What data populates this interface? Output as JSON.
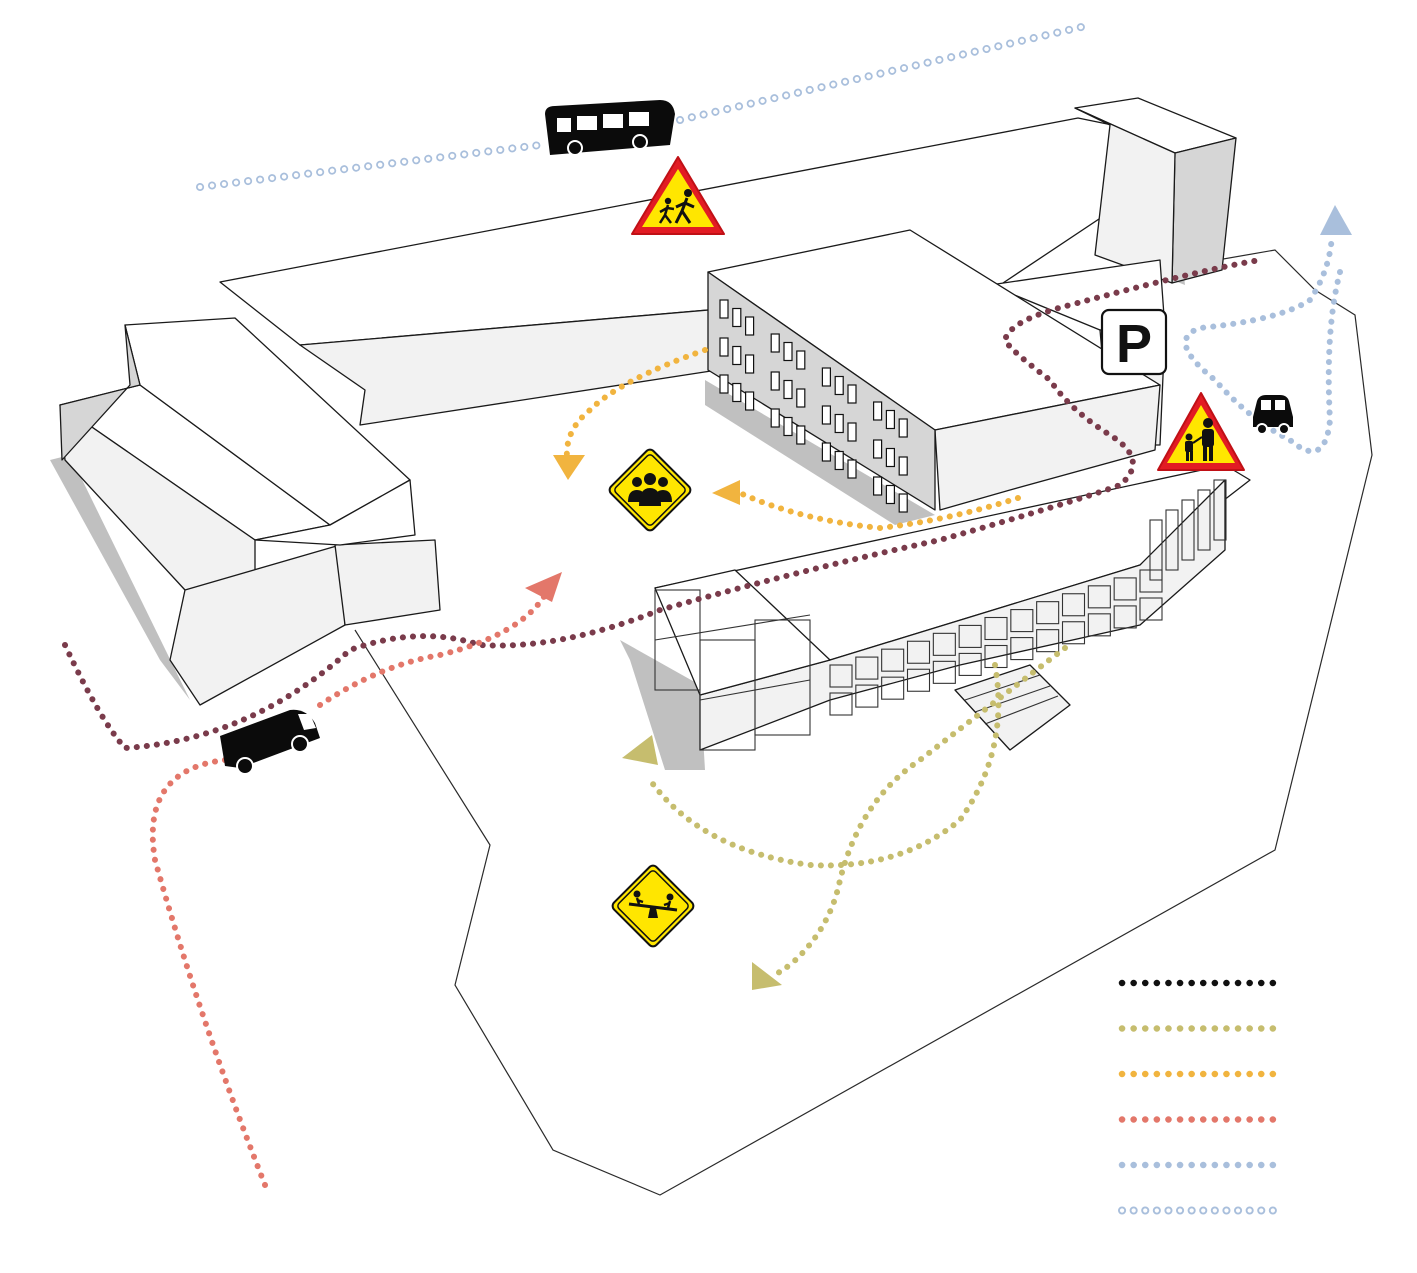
{
  "colors": {
    "bus_route": "#a9bfdc",
    "car_route": "#a9bfdc",
    "delivery_route": "#7a3b4b",
    "van_route": "#e3776a",
    "playground_route": "#c6bd6e",
    "gathering_route": "#f1b43f",
    "sign_yellow": "#ffe600",
    "sign_red": "#e21b23"
  },
  "icons": {
    "bus": "bus-icon",
    "van": "van-icon",
    "car": "car-icon",
    "parking": "parking-sign-icon",
    "children_crossing": "children-crossing-sign-icon",
    "pedestrian_adult_child": "adult-with-child-sign-icon",
    "gathering": "people-gathering-sign-icon",
    "playground": "seesaw-playground-sign-icon"
  },
  "parking_sign": {
    "letter": "P"
  },
  "legend": [
    {
      "color": "#111111",
      "style": "filled"
    },
    {
      "color": "#c6bd6e",
      "style": "filled"
    },
    {
      "color": "#f1b43f",
      "style": "filled"
    },
    {
      "color": "#e3776a",
      "style": "filled"
    },
    {
      "color": "#a9bfdc",
      "style": "filled"
    },
    {
      "color": "#a9bfdc",
      "style": "hollow"
    }
  ]
}
